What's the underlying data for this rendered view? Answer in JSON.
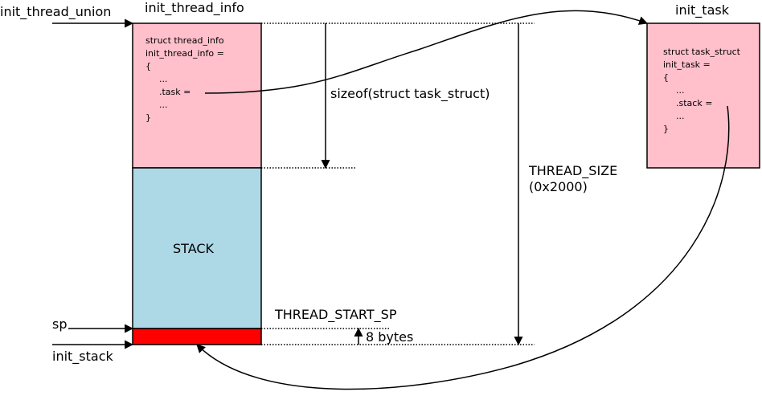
{
  "labels": {
    "init_thread_union": "init_thread_union",
    "init_thread_info": "init_thread_info",
    "init_task": "init_task",
    "sp": "sp",
    "init_stack": "init_stack",
    "stack": "STACK",
    "thread_start_sp": "THREAD_START_SP",
    "eight_bytes": "8 bytes",
    "sizeof_task_struct": "sizeof(struct task_struct)",
    "thread_size_line1": "THREAD_SIZE",
    "thread_size_line2": "(0x2000)"
  },
  "thread_info_code": {
    "line1": "struct thread_info",
    "line2": "init_thread_info =",
    "line3": "{",
    "line4": "...",
    "line5": ".task =",
    "line6": "...",
    "line7": "}"
  },
  "task_code": {
    "line1": "struct task_struct",
    "line2": "init_task =",
    "line3": "{",
    "line4": "...",
    "line5": ".stack =",
    "line6": "...",
    "line7": "}"
  },
  "colors": {
    "thread_info_fill": "#ffc0cb",
    "stack_fill": "#add8e6",
    "reserved_fill": "#ff0000",
    "task_fill": "#ffc0cb",
    "line": "#000000"
  }
}
